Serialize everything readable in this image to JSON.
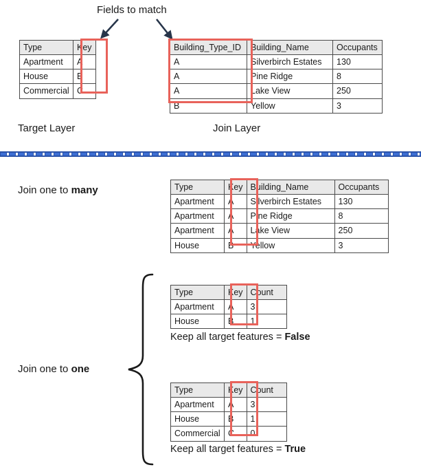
{
  "annotations": {
    "fields_to_match": "Fields to match",
    "target_layer": "Target Layer",
    "join_layer": "Join Layer",
    "join_one_to_many_prefix": "Join one to ",
    "join_one_to_many_emph": "many",
    "join_one_to_one_prefix": "Join one to ",
    "join_one_to_one_emph": "one",
    "keep_all_prefix": "Keep all target features = ",
    "keep_all_false": "False",
    "keep_all_true": "True"
  },
  "colors": {
    "highlight_red": "#e8625a",
    "divider_blue": "#3d6fd4",
    "divider_blue_dark": "#2a52a8",
    "header_gray": "#e9e9e9",
    "border_gray": "#4a4a4a",
    "text": "#1a1a1a",
    "arrow": "#27354a"
  },
  "target_table": {
    "headers": [
      "Type",
      "Key"
    ],
    "rows": [
      [
        "Apartment",
        "A"
      ],
      [
        "House",
        "B"
      ],
      [
        "Commercial",
        "C"
      ]
    ]
  },
  "join_table": {
    "headers": [
      "Building_Type_ID",
      "Building_Name",
      "Occupants"
    ],
    "rows": [
      [
        "A",
        "Silverbirch Estates",
        "130"
      ],
      [
        "A",
        "Pine Ridge",
        "8"
      ],
      [
        "A",
        "Lake View",
        "250"
      ],
      [
        "B",
        "Yellow",
        "3"
      ]
    ]
  },
  "one_to_many_table": {
    "headers": [
      "Type",
      "Key",
      "Building_Name",
      "Occupants"
    ],
    "rows": [
      [
        "Apartment",
        "A",
        "Silverbirch Estates",
        "130"
      ],
      [
        "Apartment",
        "A",
        "Pine Ridge",
        "8"
      ],
      [
        "Apartment",
        "A",
        "Lake View",
        "250"
      ],
      [
        "House",
        "B",
        "Yellow",
        "3"
      ]
    ]
  },
  "one_to_one_false_table": {
    "headers": [
      "Type",
      "Key",
      "Count"
    ],
    "rows": [
      [
        "Apartment",
        "A",
        "3"
      ],
      [
        "House",
        "B",
        "1"
      ]
    ]
  },
  "one_to_one_true_table": {
    "headers": [
      "Type",
      "Key",
      "Count"
    ],
    "rows": [
      [
        "Apartment",
        "A",
        "3"
      ],
      [
        "House",
        "B",
        "1"
      ],
      [
        "Commercial",
        "C",
        "0"
      ]
    ]
  },
  "icons": {
    "arrow_left": "arrow-down-left-icon",
    "arrow_right": "arrow-down-right-icon",
    "brace": "curly-brace-icon"
  }
}
